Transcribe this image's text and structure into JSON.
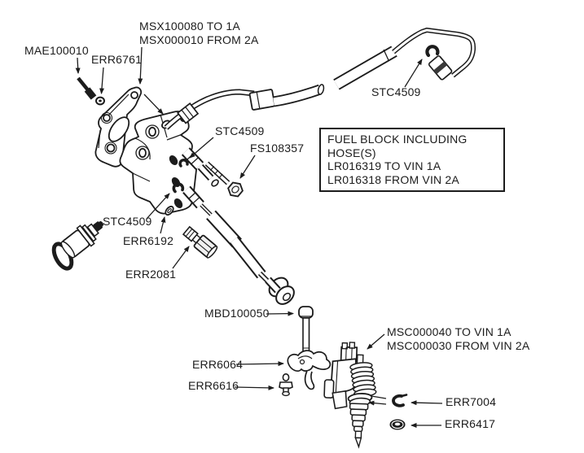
{
  "colors": {
    "line": "#1c1c1c",
    "background": "#ffffff"
  },
  "callouts": {
    "mae100010": "MAE100010",
    "err6761": "ERR6761",
    "msx_line1": "MSX100080 TO 1A",
    "msx_line2": "MSX000010 FROM 2A",
    "stc4509_hose": "STC4509",
    "stc4509_block": "STC4509",
    "stc4509_regulator": "STC4509",
    "fs108357": "FS108357",
    "err6192": "ERR6192",
    "err2081": "ERR2081",
    "mbd100050": "MBD100050",
    "err6064": "ERR6064",
    "err6616": "ERR6616",
    "msc_line1": "MSC000040 TO VIN 1A",
    "msc_line2": "MSC000030 FROM VIN 2A",
    "err7004": "ERR7004",
    "err6417": "ERR6417"
  },
  "note_box": {
    "line1": "FUEL BLOCK INCLUDING HOSE(S)",
    "line2": "LR016319 TO VIN 1A",
    "line3": "LR016318 FROM VIN 2A"
  }
}
